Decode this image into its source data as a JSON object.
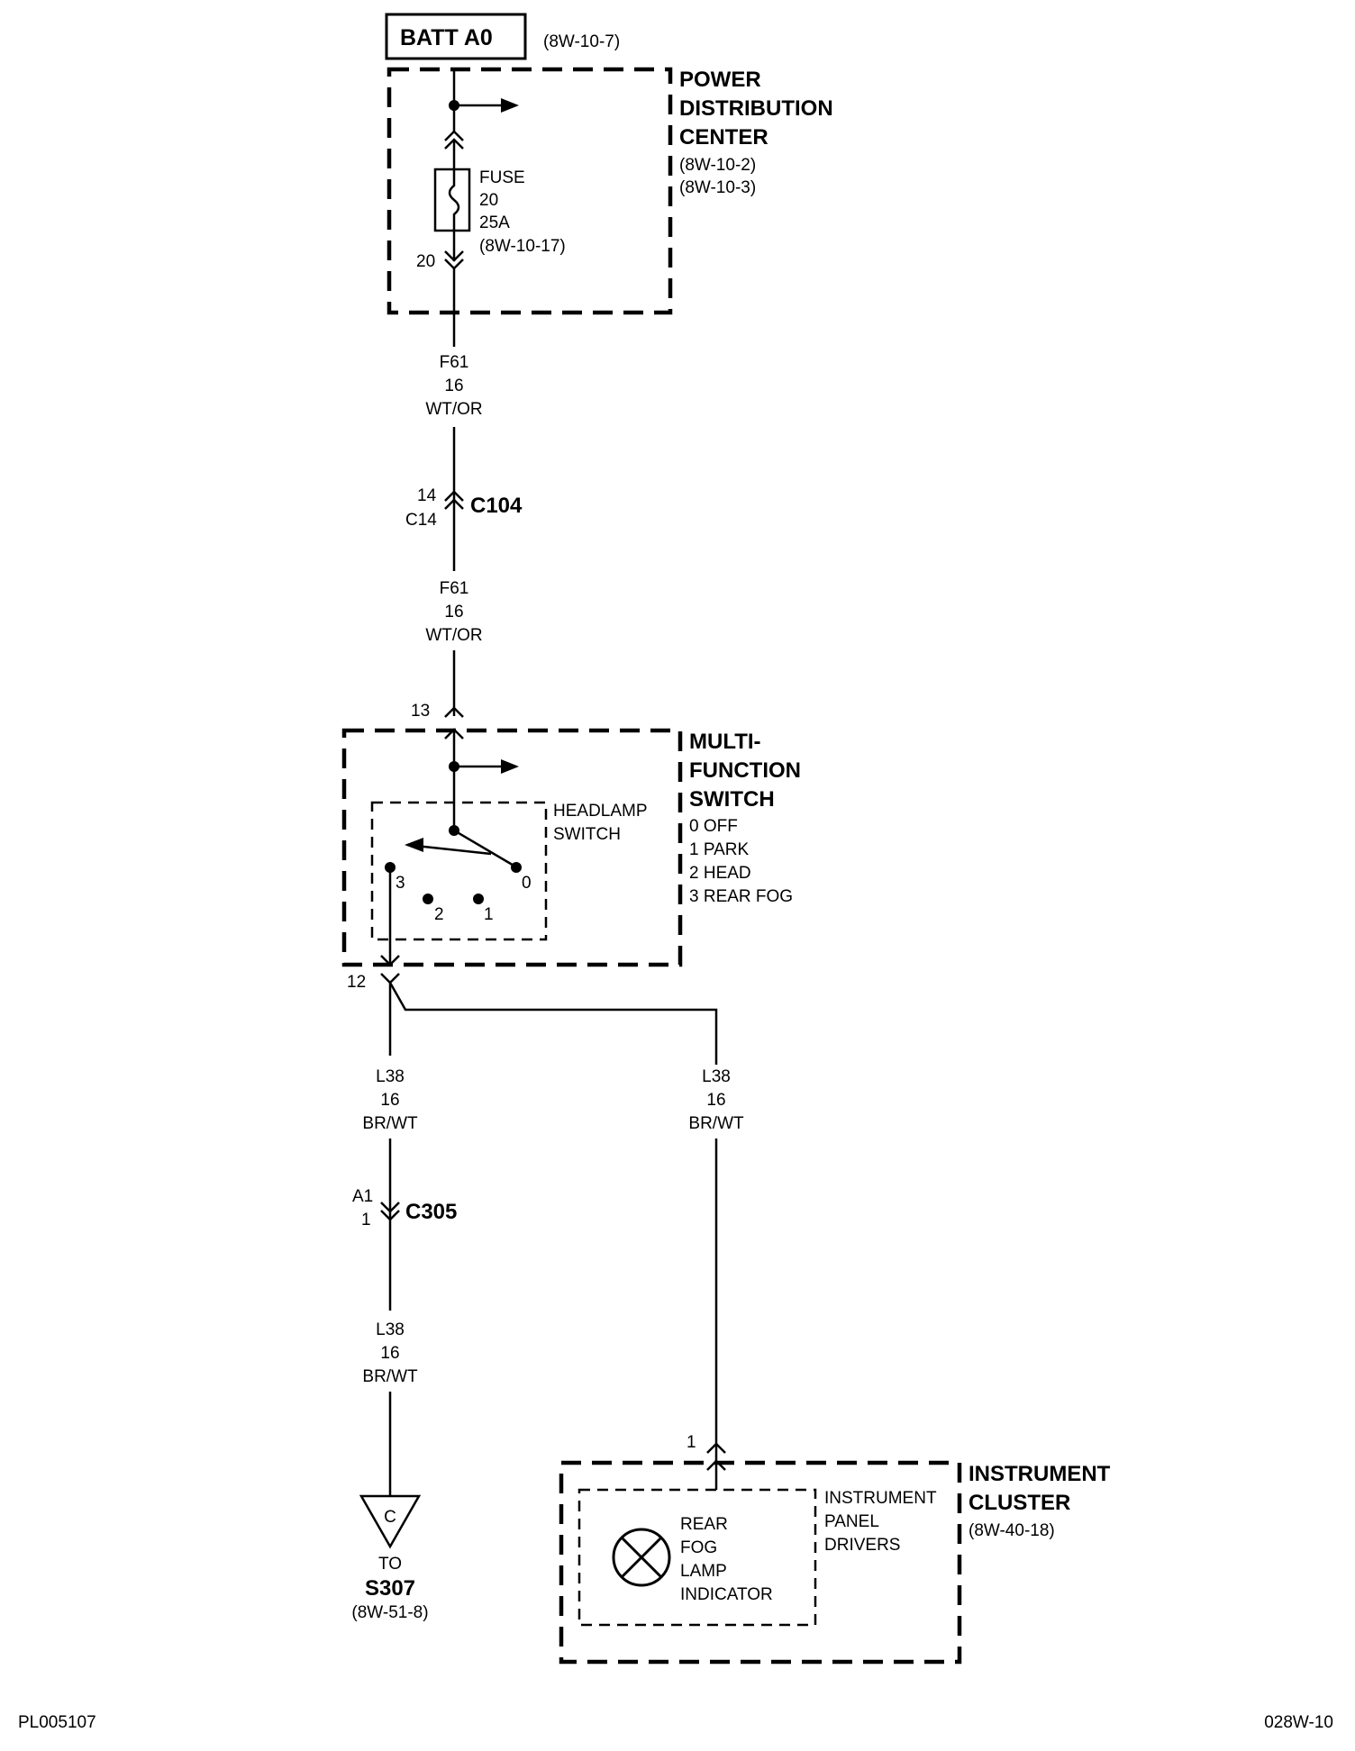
{
  "battery": {
    "label": "BATT A0",
    "ref": "(8W-10-7)"
  },
  "pdc": {
    "title_lines": [
      "POWER",
      "DISTRIBUTION",
      "CENTER"
    ],
    "ref_lines": [
      "(8W-10-2)",
      "(8W-10-3)"
    ],
    "fuse_lines": [
      "FUSE",
      "20",
      "25A",
      "(8W-10-17)"
    ],
    "pin": "20"
  },
  "wire_top": {
    "circuit": "F61",
    "gauge": "16",
    "color": "WT/OR"
  },
  "c104": {
    "name": "C104",
    "pin_a": "14",
    "pin_b": "C14"
  },
  "wire_mid": {
    "circuit": "F61",
    "gauge": "16",
    "color": "WT/OR"
  },
  "mfs": {
    "title_lines": [
      "MULTI-",
      "FUNCTION",
      "SWITCH"
    ],
    "positions": [
      "0 OFF",
      "1 PARK",
      "2 HEAD",
      "3 REAR FOG"
    ],
    "headlamp_lines": [
      "HEADLAMP",
      "SWITCH"
    ],
    "contact_labels": [
      "3",
      "2",
      "1",
      "0"
    ],
    "pin_in": "13",
    "pin_out": "12"
  },
  "wire_left_1": {
    "circuit": "L38",
    "gauge": "16",
    "color": "BR/WT"
  },
  "wire_right": {
    "circuit": "L38",
    "gauge": "16",
    "color": "BR/WT"
  },
  "c305": {
    "name": "C305",
    "pin_a": "A1",
    "pin_b": "1"
  },
  "wire_left_2": {
    "circuit": "L38",
    "gauge": "16",
    "color": "BR/WT"
  },
  "splice": {
    "letter": "C",
    "to": "TO",
    "name": "S307",
    "ref": "(8W-51-8)"
  },
  "ic": {
    "title_lines": [
      "INSTRUMENT",
      "CLUSTER"
    ],
    "ref": "(8W-40-18)",
    "drivers_lines": [
      "INSTRUMENT",
      "PANEL",
      "DRIVERS"
    ],
    "indicator_lines": [
      "REAR",
      "FOG",
      "LAMP",
      "INDICATOR"
    ],
    "pin": "1"
  },
  "footer": {
    "left": "PL005107",
    "right": "028W-10"
  }
}
